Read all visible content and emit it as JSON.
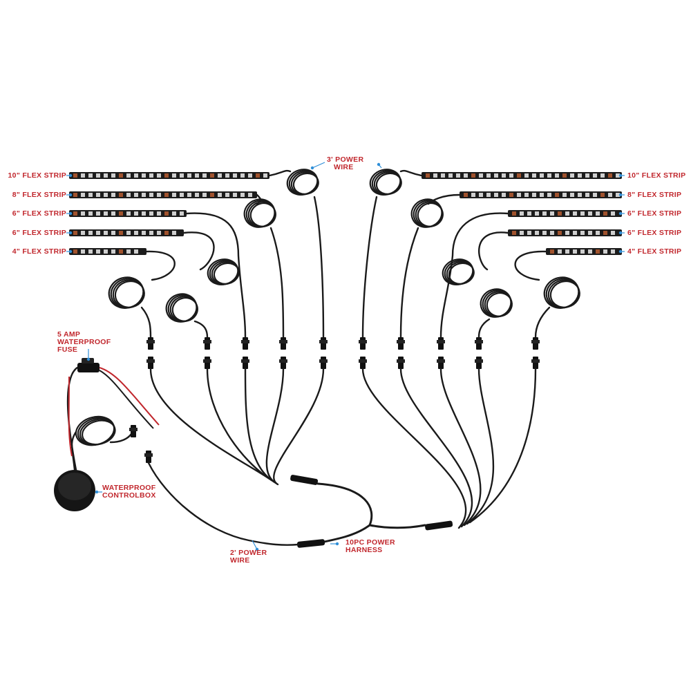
{
  "colors": {
    "label": "#c1272d",
    "leader": "#2f8fd8",
    "cable": "#1a1a1a",
    "wire_red": "#c1272d"
  },
  "left_strips": [
    {
      "label": "10\" FLEX STRIP",
      "length_in": 10
    },
    {
      "label": "8\" FLEX STRIP",
      "length_in": 8
    },
    {
      "label": "6\" FLEX STRIP",
      "length_in": 6
    },
    {
      "label": "6\" FLEX STRIP",
      "length_in": 6
    },
    {
      "label": "4\" FLEX STRIP",
      "length_in": 4
    }
  ],
  "right_strips": [
    {
      "label": "10\" FLEX STRIP",
      "length_in": 10
    },
    {
      "label": "8\" FLEX STRIP",
      "length_in": 8
    },
    {
      "label": "6\" FLEX STRIP",
      "length_in": 6
    },
    {
      "label": "6\" FLEX STRIP",
      "length_in": 6
    },
    {
      "label": "4\" FLEX STRIP",
      "length_in": 4
    }
  ],
  "callouts": {
    "power_wire_3ft_l1": "3' POWER",
    "power_wire_3ft_l2": "WIRE",
    "fuse_l1": "5 AMP",
    "fuse_l2": "WATERPROOF",
    "fuse_l3": "FUSE",
    "controlbox_l1": "WATERPROOF",
    "controlbox_l2": "CONTROLBOX",
    "power_wire_2ft_l1": "2' POWER",
    "power_wire_2ft_l2": "WIRE",
    "harness_l1": "10PC POWER",
    "harness_l2": "HARNESS"
  }
}
